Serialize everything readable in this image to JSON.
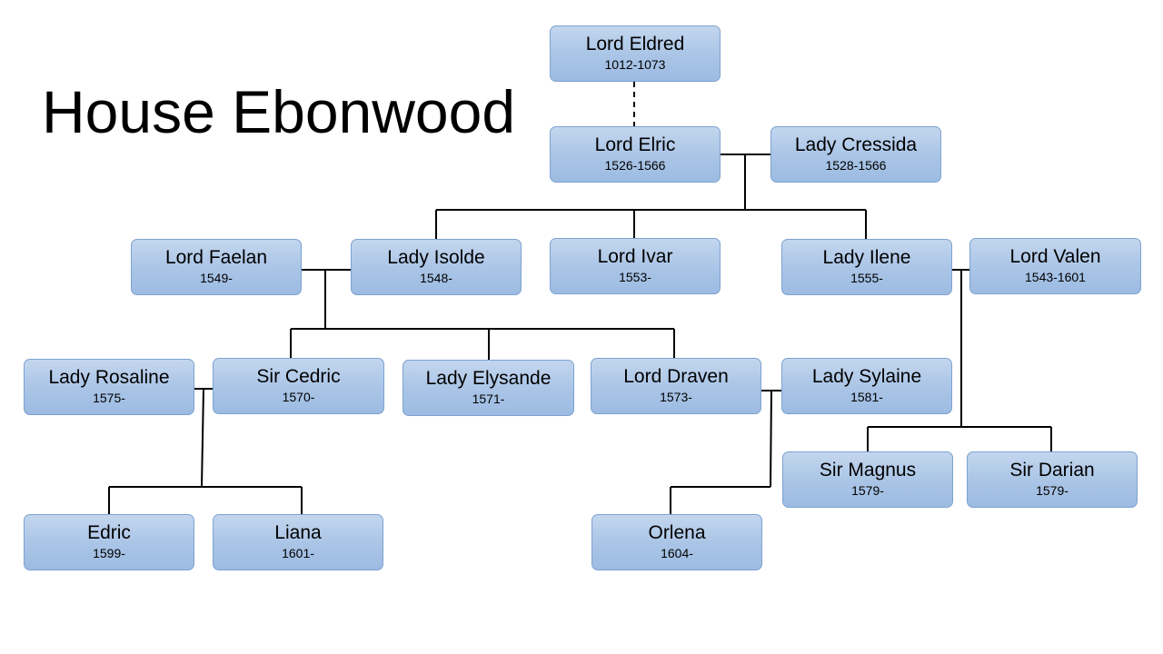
{
  "title": "House Ebonwood",
  "people": {
    "eldred": {
      "name": "Lord Eldred",
      "years": "1012-1073"
    },
    "elric": {
      "name": "Lord Elric",
      "years": "1526-1566"
    },
    "cressida": {
      "name": "Lady Cressida",
      "years": "1528-1566"
    },
    "faelan": {
      "name": "Lord Faelan",
      "years": "1549-"
    },
    "isolde": {
      "name": "Lady Isolde",
      "years": "1548-"
    },
    "ivar": {
      "name": "Lord Ivar",
      "years": "1553-"
    },
    "ilene": {
      "name": "Lady Ilene",
      "years": "1555-"
    },
    "valen": {
      "name": "Lord Valen",
      "years": "1543-1601"
    },
    "rosaline": {
      "name": "Lady Rosaline",
      "years": "1575-"
    },
    "cedric": {
      "name": "Sir Cedric",
      "years": "1570-"
    },
    "elysande": {
      "name": "Lady Elysande",
      "years": "1571-"
    },
    "draven": {
      "name": "Lord Draven",
      "years": "1573-"
    },
    "sylaine": {
      "name": "Lady Sylaine",
      "years": "1581-"
    },
    "magnus": {
      "name": "Sir Magnus",
      "years": "1579-"
    },
    "darian": {
      "name": "Sir Darian",
      "years": "1579-"
    },
    "edric": {
      "name": "Edric",
      "years": "1599-"
    },
    "liana": {
      "name": "Liana",
      "years": "1601-"
    },
    "orlena": {
      "name": "Orlena",
      "years": "1604-"
    }
  }
}
